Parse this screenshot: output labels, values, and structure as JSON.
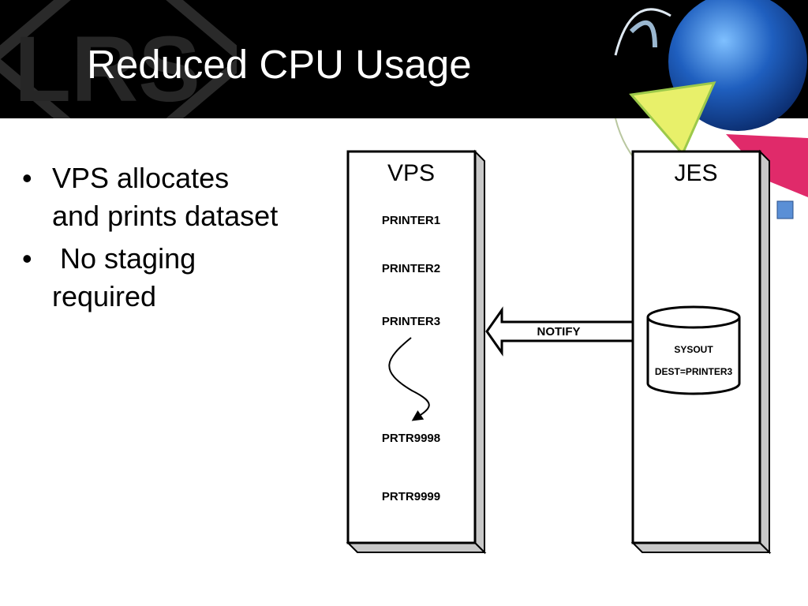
{
  "slide": {
    "title": "Reduced CPU Usage",
    "logo_text": "LRS"
  },
  "bullets": [
    {
      "marker": "•",
      "text": "VPS allocates and prints dataset"
    },
    {
      "marker": "•",
      "text": " No staging required"
    }
  ],
  "diagram": {
    "vps": {
      "label": "VPS",
      "printers": [
        "PRINTER1",
        "PRINTER2",
        "PRINTER3",
        "PRTR9998",
        "PRTR9999"
      ]
    },
    "jes": {
      "label": "JES",
      "dataset": {
        "line1": "SYSOUT",
        "line2": "DEST=PRINTER3"
      }
    },
    "arrow_label": "NOTIFY"
  },
  "colors": {
    "header_bg": "#000000",
    "box_shadow": "#c8c8c8",
    "text": "#000000"
  }
}
